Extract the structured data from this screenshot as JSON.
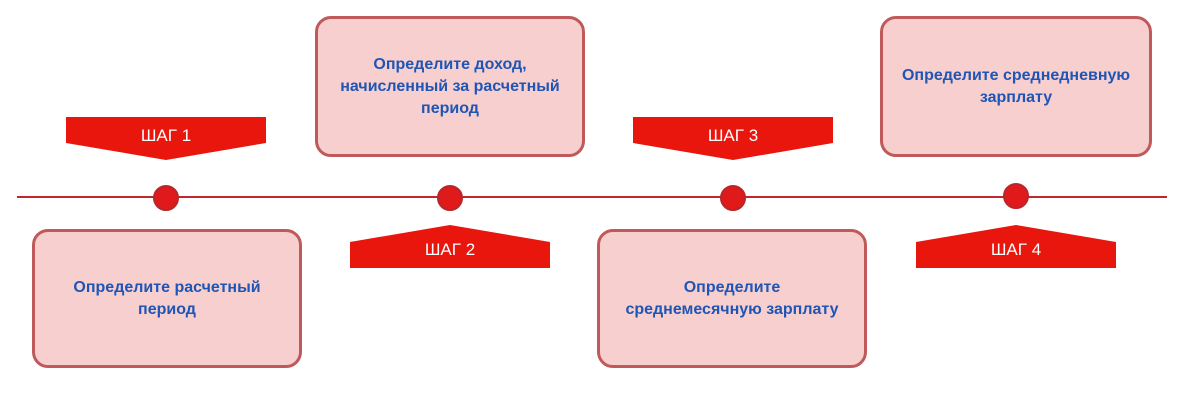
{
  "diagram": {
    "colors": {
      "line": "#c0282c",
      "node": "#e01a1a",
      "step_fill": "#e8160c",
      "card_fill": "#f7cfcf",
      "card_border": "#c05a5a",
      "card_text": "#1f55b5",
      "step_text": "#ffffff"
    },
    "steps": [
      {
        "label": "ШАГ 1",
        "text": "Определите расчетный\nпериод"
      },
      {
        "label": "ШАГ 2",
        "text": "Определите доход,\nначисленный за расчетный\nпериод"
      },
      {
        "label": "ШАГ 3",
        "text": "Определите\nсреднемесячную зарплату"
      },
      {
        "label": "ШАГ 4",
        "text": "Определите среднедневную\nзарплату"
      }
    ]
  }
}
